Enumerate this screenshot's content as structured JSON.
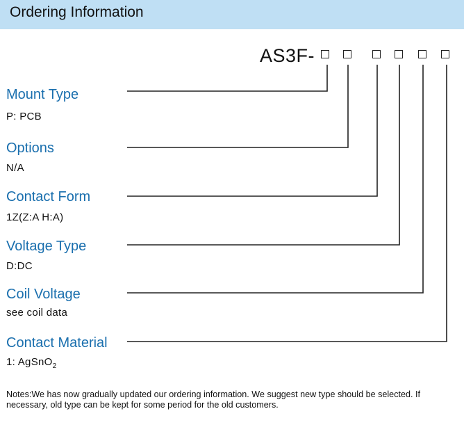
{
  "header": {
    "title": "Ordering Information"
  },
  "part_code": {
    "prefix": "AS3F-"
  },
  "fields": [
    {
      "label": "Mount Type",
      "value": "P: PCB"
    },
    {
      "label": "Options",
      "value": "N/A"
    },
    {
      "label": "Contact Form",
      "value": "1Z(Z:A H:A)"
    },
    {
      "label": "Voltage Type",
      "value": "D:DC"
    },
    {
      "label": "Coil Voltage",
      "value": "see coil data"
    },
    {
      "label": "Contact Material",
      "value_main": "1: AgSnO",
      "value_subscript": "2"
    }
  ],
  "notes": "Notes:We has now gradually updated our ordering information. We suggest new type should be selected. If necessary, old type can be kept for some period for the old customers.",
  "colors": {
    "header_bg": "#bfdff4",
    "label": "#1a6fae",
    "text": "#111111"
  }
}
